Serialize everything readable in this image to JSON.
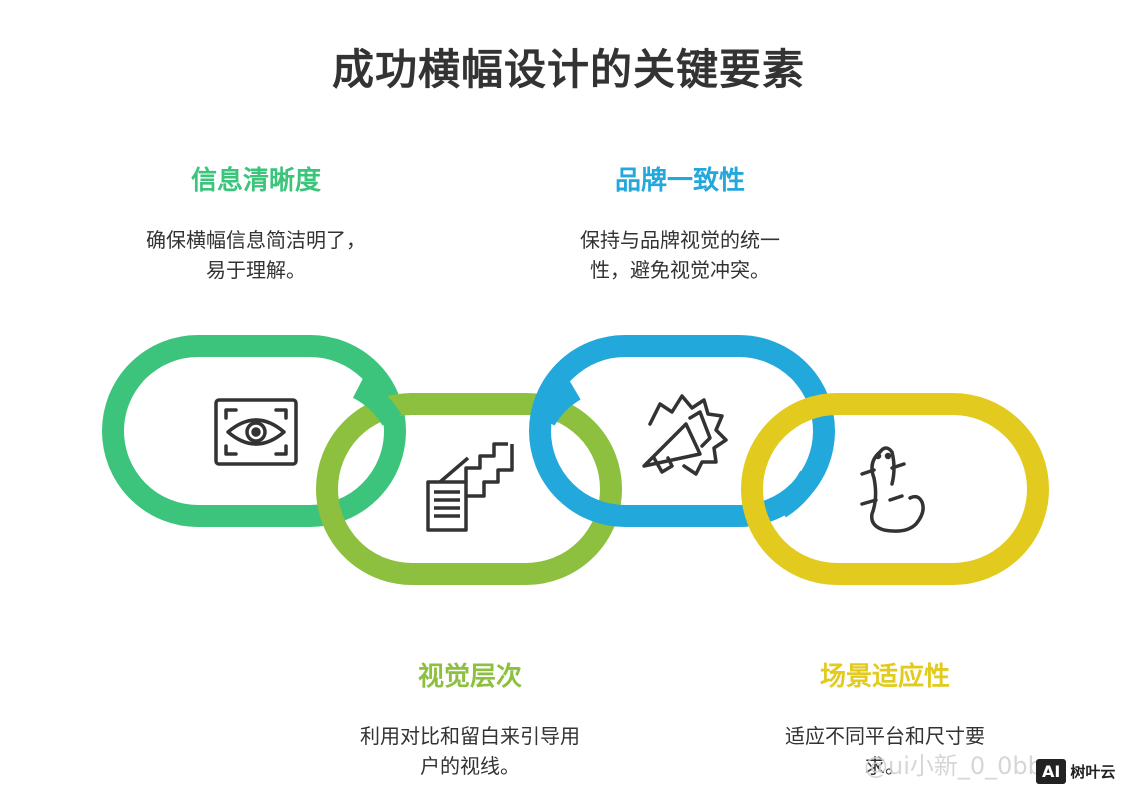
{
  "title": "成功横幅设计的关键要素",
  "colors": {
    "green": "#3CC47C",
    "lime": "#8DC03F",
    "blue": "#23A8DC",
    "yellow": "#E2CB1E",
    "icon": "#333333"
  },
  "elements": [
    {
      "heading": "信息清晰度",
      "desc_line1": "确保横幅信息简洁明了，",
      "desc_line2": "易于理解。",
      "icon": "eye-icon"
    },
    {
      "heading": "品牌一致性",
      "desc_line1": "保持与品牌视觉的统一",
      "desc_line2": "性，避免视觉冲突。",
      "icon": "megaphone-icon"
    },
    {
      "heading": "视觉层次",
      "desc_line1": "利用对比和留白来引导用",
      "desc_line2": "户的视线。",
      "icon": "stairs-icon"
    },
    {
      "heading": "场景适应性",
      "desc_line1": "适应不同平台和尺寸要",
      "desc_line2": "求。",
      "icon": "lizard-icon"
    }
  ],
  "watermark": "@ui小新_0_0bb",
  "badge": {
    "ai": "AI",
    "brand": "树叶云"
  }
}
